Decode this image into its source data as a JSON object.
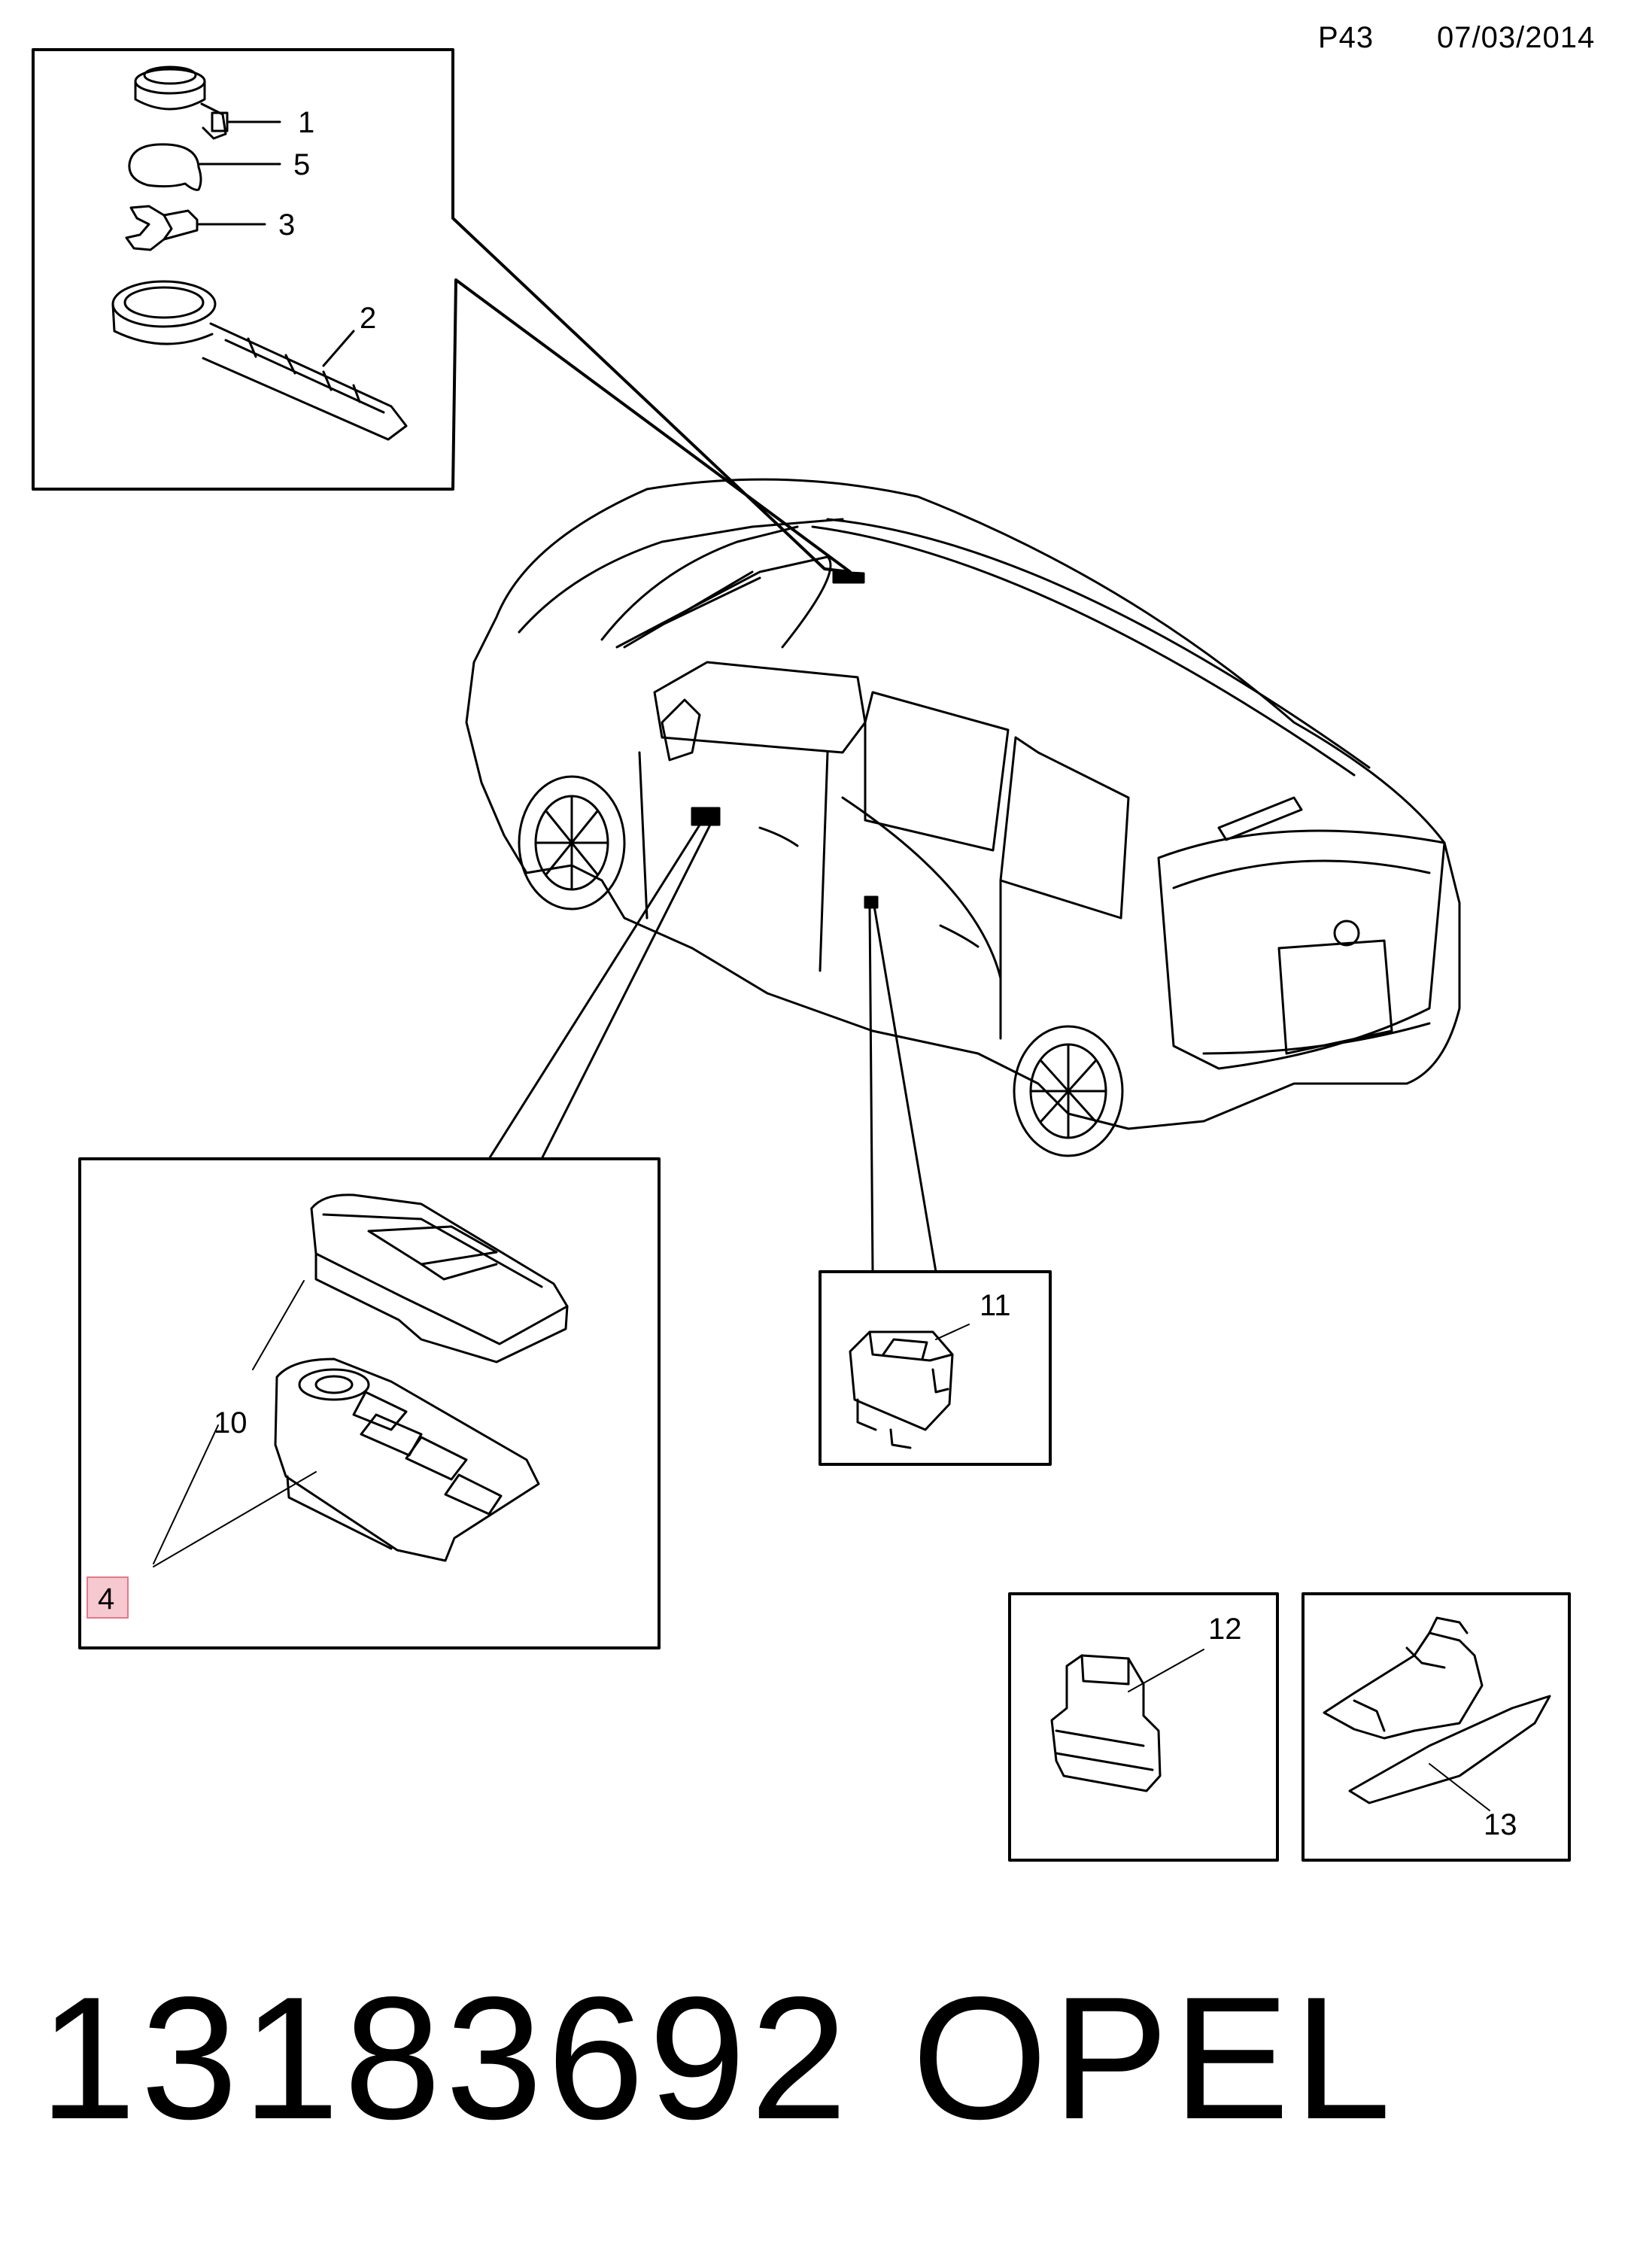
{
  "header": {
    "page_code": "P43",
    "date": "07/03/2014"
  },
  "callouts": {
    "c1": "1",
    "c5": "5",
    "c3": "3",
    "c2": "2",
    "c10": "10",
    "c4": "4",
    "c11": "11",
    "c12": "12",
    "c13": "13"
  },
  "footer": {
    "part_number": "13183692",
    "brand": "OPEL"
  },
  "colors": {
    "line": "#000000",
    "highlight_fill": "#f6c8cf",
    "highlight_stroke": "#e07a8a"
  }
}
